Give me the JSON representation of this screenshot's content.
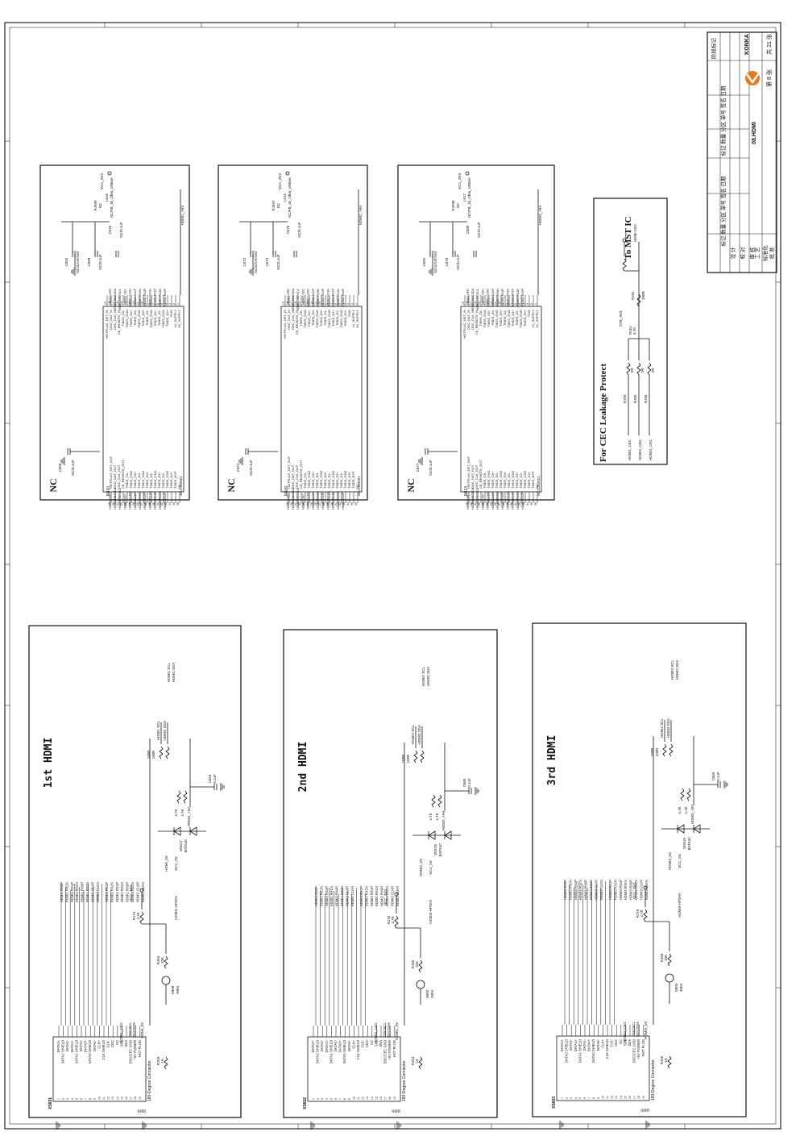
{
  "title_block": {
    "company": "KONKA",
    "sheet_name": "08.HDMI",
    "sheet_no": "第 8 张",
    "sheet_total": "共 21 张",
    "stage_label": "阶段标记",
    "columns_left": "标记 数量 分区 单号 签名 日期",
    "columns_right": "标记 数量 分区 单号 签名 日期",
    "roles": [
      "设 计",
      "校 对",
      "审 核",
      "工 艺",
      "标准化",
      "批 准"
    ]
  },
  "sections": {
    "hdmi1": {
      "title": "1st HDMI",
      "connector": "XS601",
      "connector_desc": "180-Degree Connector",
      "rail": "HDMI1_+5V",
      "diode": "VD617",
      "diode_part": "BAT54C",
      "power": "HDMI_5V",
      "vcc": "VCC_3V3",
      "transistor": "V600",
      "cap": "C654",
      "cap_val": "0.1uF",
      "hpd": "HDMI1-HPDIN",
      "cec": "HDMI1_CEC",
      "scl": "HDMI1 SCL",
      "sda": "HDMI1 SDA"
    },
    "hdmi2": {
      "title": "2nd HDMI",
      "connector": "XS602",
      "connector_desc": "180-Degree Connector",
      "rail": "HDMI2_+5V",
      "diode": "VD618",
      "diode_part": "BAT54C",
      "power": "HDMI2_5V",
      "vcc": "VCC_3V3",
      "transistor": "V602",
      "cap": "C665",
      "cap_val": "0.1uF",
      "hpd": "HDMI2-HPDIN",
      "cec": "HDMI2_CEC",
      "scl": "HDMI2 SCL",
      "sda": "HDMI2 SDA"
    },
    "hdmi3": {
      "title": "3rd HDMI",
      "connector": "XS603",
      "connector_desc": "180-Degree Connector",
      "rail": "HDMI3_+5V",
      "diode": "VD619",
      "diode_part": "BAT54C",
      "power": "HDMI3_5V",
      "vcc": "VCC_3V3",
      "transistor": "V603",
      "cap": "C669",
      "cap_val": "0.1uF",
      "hpd": "HDMI3-HPDIN",
      "cec": "HDMI3_CEC",
      "scl": "HDMI3 SCL",
      "sda": "HDMI3 SDA"
    }
  },
  "connector_pins": [
    "DATA2+",
    "DATA2 SHIELD",
    "DATA2-",
    "DATA1+",
    "DATA1 SHIELD",
    "DATA1-",
    "DATA0+",
    "DATA0 SHIELD",
    "DATA0-",
    "CLK+",
    "CLK SHIELD",
    "CLK-",
    "CEC",
    "NC",
    "SCL",
    "SDA",
    "DDC/CEC GND",
    "+5V POWER",
    "HOT PLUG"
  ],
  "connector_nets": [
    "HDMI RX2P",
    "HDMI RX2N",
    "HDMI RX1P",
    "HDMI RX1N",
    "HDMI RX0P",
    "HDMI RX0N",
    "HDMI CLKP",
    "HDMI CLKN"
  ],
  "nc_blocks": {
    "b1": {
      "label": "NC",
      "ic": "N610",
      "part": "NC/CM2021",
      "cap1": "C659",
      "cap1_val": "NC/0.1uF",
      "cap2": "C662",
      "cap2_val": "NC/47uF/16V",
      "cap3": "C668",
      "cap3_val": "NC/0.1uF",
      "cap4": "C670",
      "cap4_val": "NC/0.1uF",
      "res": "RJ599",
      "res_val": "NC",
      "bead": "L616",
      "bead_val": "NC/FB_1k_Ohm_100mA",
      "vcc": "VCC_3V3",
      "rail": "HDMI1_+5V",
      "mono": "HDMI1"
    },
    "b2": {
      "label": "NC",
      "ic": "N609",
      "part": "NC/CM2021",
      "cap1": "C674",
      "cap1_val": "NC/0.1uF",
      "cap2": "C672",
      "cap2_val": "NC/47uF/16V",
      "cap3": "C673",
      "cap3_val": "NC/0.1uF",
      "cap4": "C675",
      "cap4_val": "NC/0.1uF",
      "res": "RJ597",
      "res_val": "NC",
      "bead": "L615",
      "bead_val": "NC/FB_1k_Ohm_100mA",
      "vcc": "VCC_3V3",
      "rail": "HDMI2_+5V",
      "mono": "HDMI2"
    },
    "b3": {
      "label": "NC",
      "ic": "N613",
      "part": "NC/CM2021",
      "cap1": "C677",
      "cap1_val": "NC/0.1uF",
      "cap2": "C681",
      "cap2_val": "NC/47uF/16V",
      "cap3": "C679",
      "cap3_val": "NC/0.1uF",
      "cap4": "C680",
      "cap4_val": "NC/0.1uF",
      "res": "RJ598",
      "res_val": "NC",
      "bead": "L617",
      "bead_val": "NC/FB_1k_Ohm_100mA",
      "vcc": "VCC_3V3",
      "rail": "HDMI3_+5V",
      "mono": "HDMI3"
    }
  },
  "ic_pins_left": [
    "5V_SUPPLY",
    "LV_SUPPLY",
    "GND",
    "TMDS_D2+",
    "TMDS_GND",
    "TMDS_D2-",
    "TMDS_D1+",
    "TMDS_GND",
    "TMDS_D1-",
    "TMDS_D0+",
    "TMDS_GND",
    "TMDS_D0-",
    "TMDS_CK+",
    "TMDS_GND",
    "TMDS_CK-",
    "CE_REMOTE_IN",
    "DDC_CLK_IN",
    "DDC_DAT_IN",
    "HOTPLUG_DET_IN"
  ],
  "ic_pins_right": [
    "NC",
    "TMDS_BYP",
    "TMDS_D2+",
    "TMDS_GND",
    "TMDS_D2-",
    "TMDS_D1+",
    "TMDS_GND",
    "TMDS_D1-",
    "TMDS_D0+",
    "TMDS_GND",
    "TMDS_D0-",
    "TMDS_CK+",
    "TMDS_GND",
    "TMDS_CK-",
    "CE_REMOTE_OUT",
    "DDC_CLK_OUT",
    "DDC_DAT_OUT",
    "HOTPLUG_DET_OUT"
  ],
  "cec": {
    "title": "For CEC Leakage Protect",
    "to": "To MST IC",
    "r1": "RJ54",
    "r2": "RJ55",
    "r3": "RJ56",
    "rval": "0R",
    "r4": "RJ61",
    "r4val": "4.7K",
    "r5": "RJ62",
    "r5val": "100R",
    "stb": "STB_3V3",
    "net": "HDMI-CEC",
    "in1": "HDMI1_CEC",
    "in2": "HDMI2_CEC",
    "in3": "HDMI3_CEC"
  }
}
